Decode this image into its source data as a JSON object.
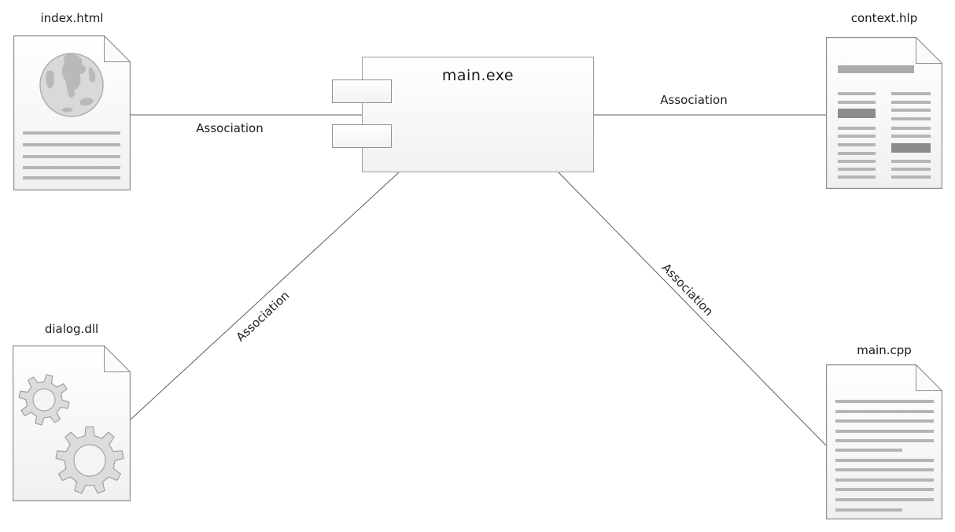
{
  "nodes": {
    "index_html": {
      "label": "index.html"
    },
    "main_exe": {
      "label": "main.exe"
    },
    "context_hlp": {
      "label": "context.hlp"
    },
    "dialog_dll": {
      "label": "dialog.dll"
    },
    "main_cpp": {
      "label": "main.cpp"
    }
  },
  "connections": [
    {
      "from": "index.html",
      "to": "main.exe",
      "label": "Association"
    },
    {
      "from": "main.exe",
      "to": "context.hlp",
      "label": "Association"
    },
    {
      "from": "main.exe",
      "to": "dialog.dll",
      "label": "Association"
    },
    {
      "from": "main.exe",
      "to": "main.cpp",
      "label": "Association"
    }
  ],
  "colors": {
    "background": "#ffffff",
    "node_border": "#8f8f8f",
    "connector": "#5c5c5c",
    "text": "#1f1f1f",
    "doc_line_light": "#b5b5b5",
    "doc_line_dark": "#8c8c8c"
  }
}
